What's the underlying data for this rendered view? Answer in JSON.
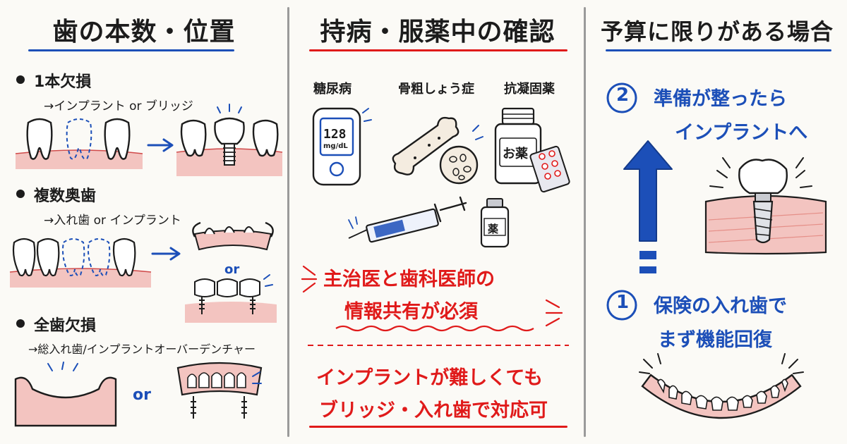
{
  "col1": {
    "heading": "歯の本数・位置",
    "cases": [
      {
        "title": "1本欠損",
        "option": "→インプラント or ブリッジ"
      },
      {
        "title": "複数奥歯",
        "option": "→入れ歯 or インプラント"
      },
      {
        "title": "全歯欠損",
        "option": "→総入れ歯/インプラントオーバーデンチャー"
      }
    ],
    "or_label": "or"
  },
  "col2": {
    "heading": "持病・服薬中の確認",
    "conditions": [
      "糖尿病",
      "骨粗しょう症",
      "抗凝固薬"
    ],
    "meter_value": "128",
    "meter_unit": "mg/dL",
    "medicine_label": "お薬",
    "vial_label": "薬",
    "note1_line1": "主治医と歯科医師の",
    "note1_line2": "情報共有が必須",
    "note2_line1": "インプラントが難しくても",
    "note2_line2": "ブリッジ・入れ歯で対応可"
  },
  "col3": {
    "heading": "予算に限りがある場合",
    "step2_number": "2",
    "step2_line1": "準備が整ったら",
    "step2_line2": "インプラントへ",
    "step1_number": "1",
    "step1_line1": "保険の入れ歯で",
    "step1_line2": "まず機能回復"
  },
  "colors": {
    "red": "#e01a1a",
    "blue": "#1c4fb8",
    "gum": "#f3c4c0",
    "line": "#1c1c1c"
  }
}
